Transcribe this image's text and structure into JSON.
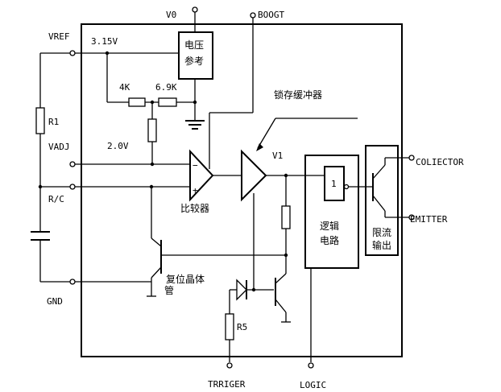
{
  "labels": {
    "v0": "V0",
    "boogt": "BOOGT",
    "vref": "VREF",
    "v315": "3.15V",
    "r1": "R1",
    "r4k": "4K",
    "r69k": "6.9K",
    "v20": "2.0V",
    "vadj": "VADJ",
    "rc": "R/C",
    "gnd": "GND",
    "trriger": "TRRIGER",
    "logic": "LOGIC",
    "v1": "V1",
    "colector": "COLIECTOR",
    "emitter": "EMITTER",
    "r5": "R5",
    "gate": "1"
  },
  "blocks": {
    "ref_line1": "电压",
    "ref_line2": "参考",
    "latch_buffer": "锁存缓冲器",
    "comparator": "比较器",
    "reset_line1": "复位晶体",
    "reset_line2": "管",
    "logic_line1": "逻辑",
    "logic_line2": "电路",
    "limit_line1": "限流",
    "limit_line2": "输出"
  }
}
